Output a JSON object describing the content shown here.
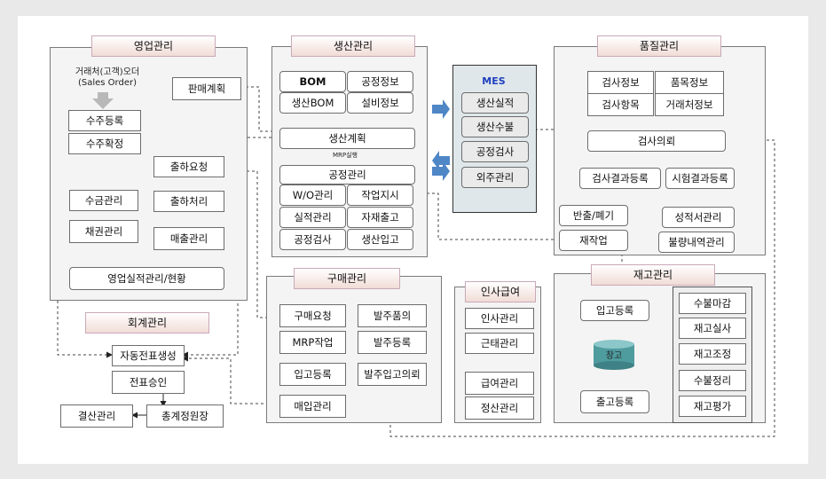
{
  "sections": {
    "sales": "영업관리",
    "production": "생산관리",
    "mes": "MES",
    "quality": "품질관리",
    "accounting": "회계관리",
    "purchase": "구매관리",
    "hr": "인사급여",
    "inventory": "재고관리"
  },
  "sales": {
    "order_note_line1": "거래처(고객)오더",
    "order_note_line2": "(Sales Order)",
    "order_register": "수주등록",
    "order_confirm": "수주확정",
    "sales_plan": "판매계획",
    "shipping_request": "출하요청",
    "shipping_process": "출하처리",
    "collection": "수금관리",
    "receivables": "채권관리",
    "sales_mgmt": "매출관리",
    "performance": "영업실적관리/현황"
  },
  "production": {
    "bom": "BOM",
    "process_info": "공정정보",
    "prod_bom": "생산BOM",
    "equipment_info": "설비정보",
    "prod_plan": "생산계획",
    "mrp_run": "MRP실행",
    "process_mgmt": "공정관리",
    "wo_mgmt": "W/O관리",
    "work_order": "작업지시",
    "result_mgmt": "실적관리",
    "material_issue": "자재출고",
    "process_inspection": "공정검사",
    "prod_receipt": "생산입고"
  },
  "mes": {
    "prod_result": "생산실적",
    "prod_defect": "생산수불",
    "process_check": "공정검사",
    "outsourcing": "외주관리"
  },
  "quality": {
    "inspection_info": "검사정보",
    "item_info": "품목정보",
    "inspection_item": "검사항목",
    "customer_info": "거래처정보",
    "inspection_request": "검사의뢰",
    "inspection_result": "검사결과등록",
    "test_result": "시험결과등록",
    "return_disposal": "반출/폐기",
    "certificate": "성적서관리",
    "rework": "재작업",
    "defect_history": "불량내역관리"
  },
  "accounting": {
    "auto_slip": "자동전표생성",
    "slip_approval": "전표승인",
    "closing": "결산관리",
    "general_ledger": "총계정원장"
  },
  "purchase": {
    "purchase_request": "구매요청",
    "order_approval": "발주품의",
    "mrp_work": "MRP작업",
    "order_register": "발주등록",
    "receipt_register": "입고등록",
    "order_receipt_request": "발주입고의뢰",
    "purchase_mgmt": "매입관리"
  },
  "hr": {
    "hr_mgmt": "인사관리",
    "attendance": "근태관리",
    "payroll": "급여관리",
    "settlement": "정산관리"
  },
  "inventory": {
    "receipt_register": "입고등록",
    "warehouse": "창고",
    "shipment_register": "출고등록",
    "closing": "수불마감",
    "stocktaking": "재고실사",
    "adjustment": "재고조정",
    "cleanup": "수불정리",
    "valuation": "재고평가"
  },
  "colors": {
    "panel_bg": "#f4f4f4",
    "title_bg": "#f1dcd6",
    "mes_bg": "#dfe7ea",
    "mes_title": "#1f3fbf",
    "arrow_blue": "#4f86c6",
    "arrow_orange": "#f4a37d",
    "arrow_gray": "#b8b8b8",
    "warehouse": "#4f9c9f"
  }
}
